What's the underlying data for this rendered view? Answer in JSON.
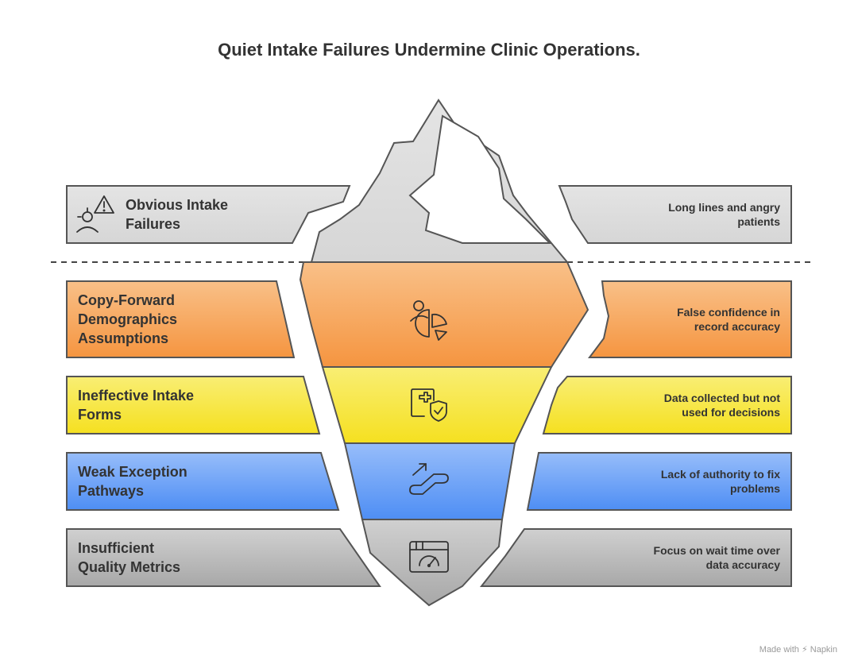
{
  "title": "Quiet Intake Failures Undermine Clinic Operations.",
  "rows": [
    {
      "label": "Obvious Intake\nFailures",
      "description": "Long lines and angry\npatients",
      "icon": "person-warning-icon",
      "color": "#dcdcdc"
    },
    {
      "label": "Copy-Forward\nDemographics\nAssumptions",
      "description": "False confidence in\nrecord accuracy",
      "icon": "person-pie-chart-icon",
      "color": "#f6a25a"
    },
    {
      "label": "Ineffective Intake\nForms",
      "description": "Data collected but not\nused for decisions",
      "icon": "medical-form-shield-icon",
      "color": "#f7e63a"
    },
    {
      "label": "Weak Exception\nPathways",
      "description": "Lack of authority to fix\nproblems",
      "icon": "escalator-icon",
      "color": "#6aa3f5"
    },
    {
      "label": "Insufficient\nQuality Metrics",
      "description": "Focus on wait time over\ndata accuracy",
      "icon": "dashboard-gauge-icon",
      "color": "#b3b3b3"
    }
  ],
  "credit": "Made with ⚡ Napkin"
}
